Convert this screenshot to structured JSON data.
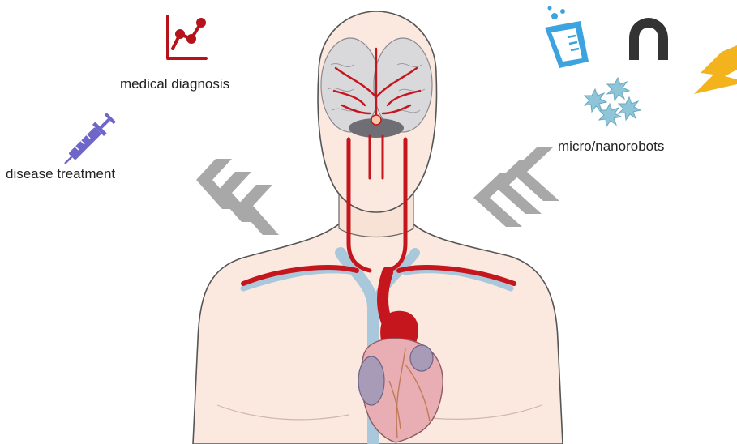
{
  "labels": {
    "medical_diagnosis": "medical diagnosis",
    "disease_treatment": "disease treatment",
    "micro_nanorobots": "micro/nanorobots"
  },
  "icons": {
    "diagnosis": "line-chart-icon",
    "treatment": "syringe-icon",
    "beaker": "beaker-icon",
    "magnet": "magnet-icon",
    "lightning": "lightning-icon",
    "particles": "nanoparticle-cluster-icon",
    "left_arrows": "chevron-arrows-icon",
    "right_arrows": "chevron-arrows-icon"
  },
  "colors": {
    "skin": "#fbe9df",
    "skin_outline": "#555555",
    "artery": "#c4161c",
    "vein": "#a9c8dc",
    "brain": "#d9d9dc",
    "heart": "#e8aeb3",
    "heart_atrium": "#a79bb8",
    "chart_red": "#b5121b",
    "syringe_purple": "#6f66c9",
    "beaker_blue": "#3aa3e0",
    "magnet_dark": "#333333",
    "lightning_yellow": "#f2b31d",
    "particle_blue": "#8fc5d8",
    "arrow_gray": "#a8a8a8"
  }
}
